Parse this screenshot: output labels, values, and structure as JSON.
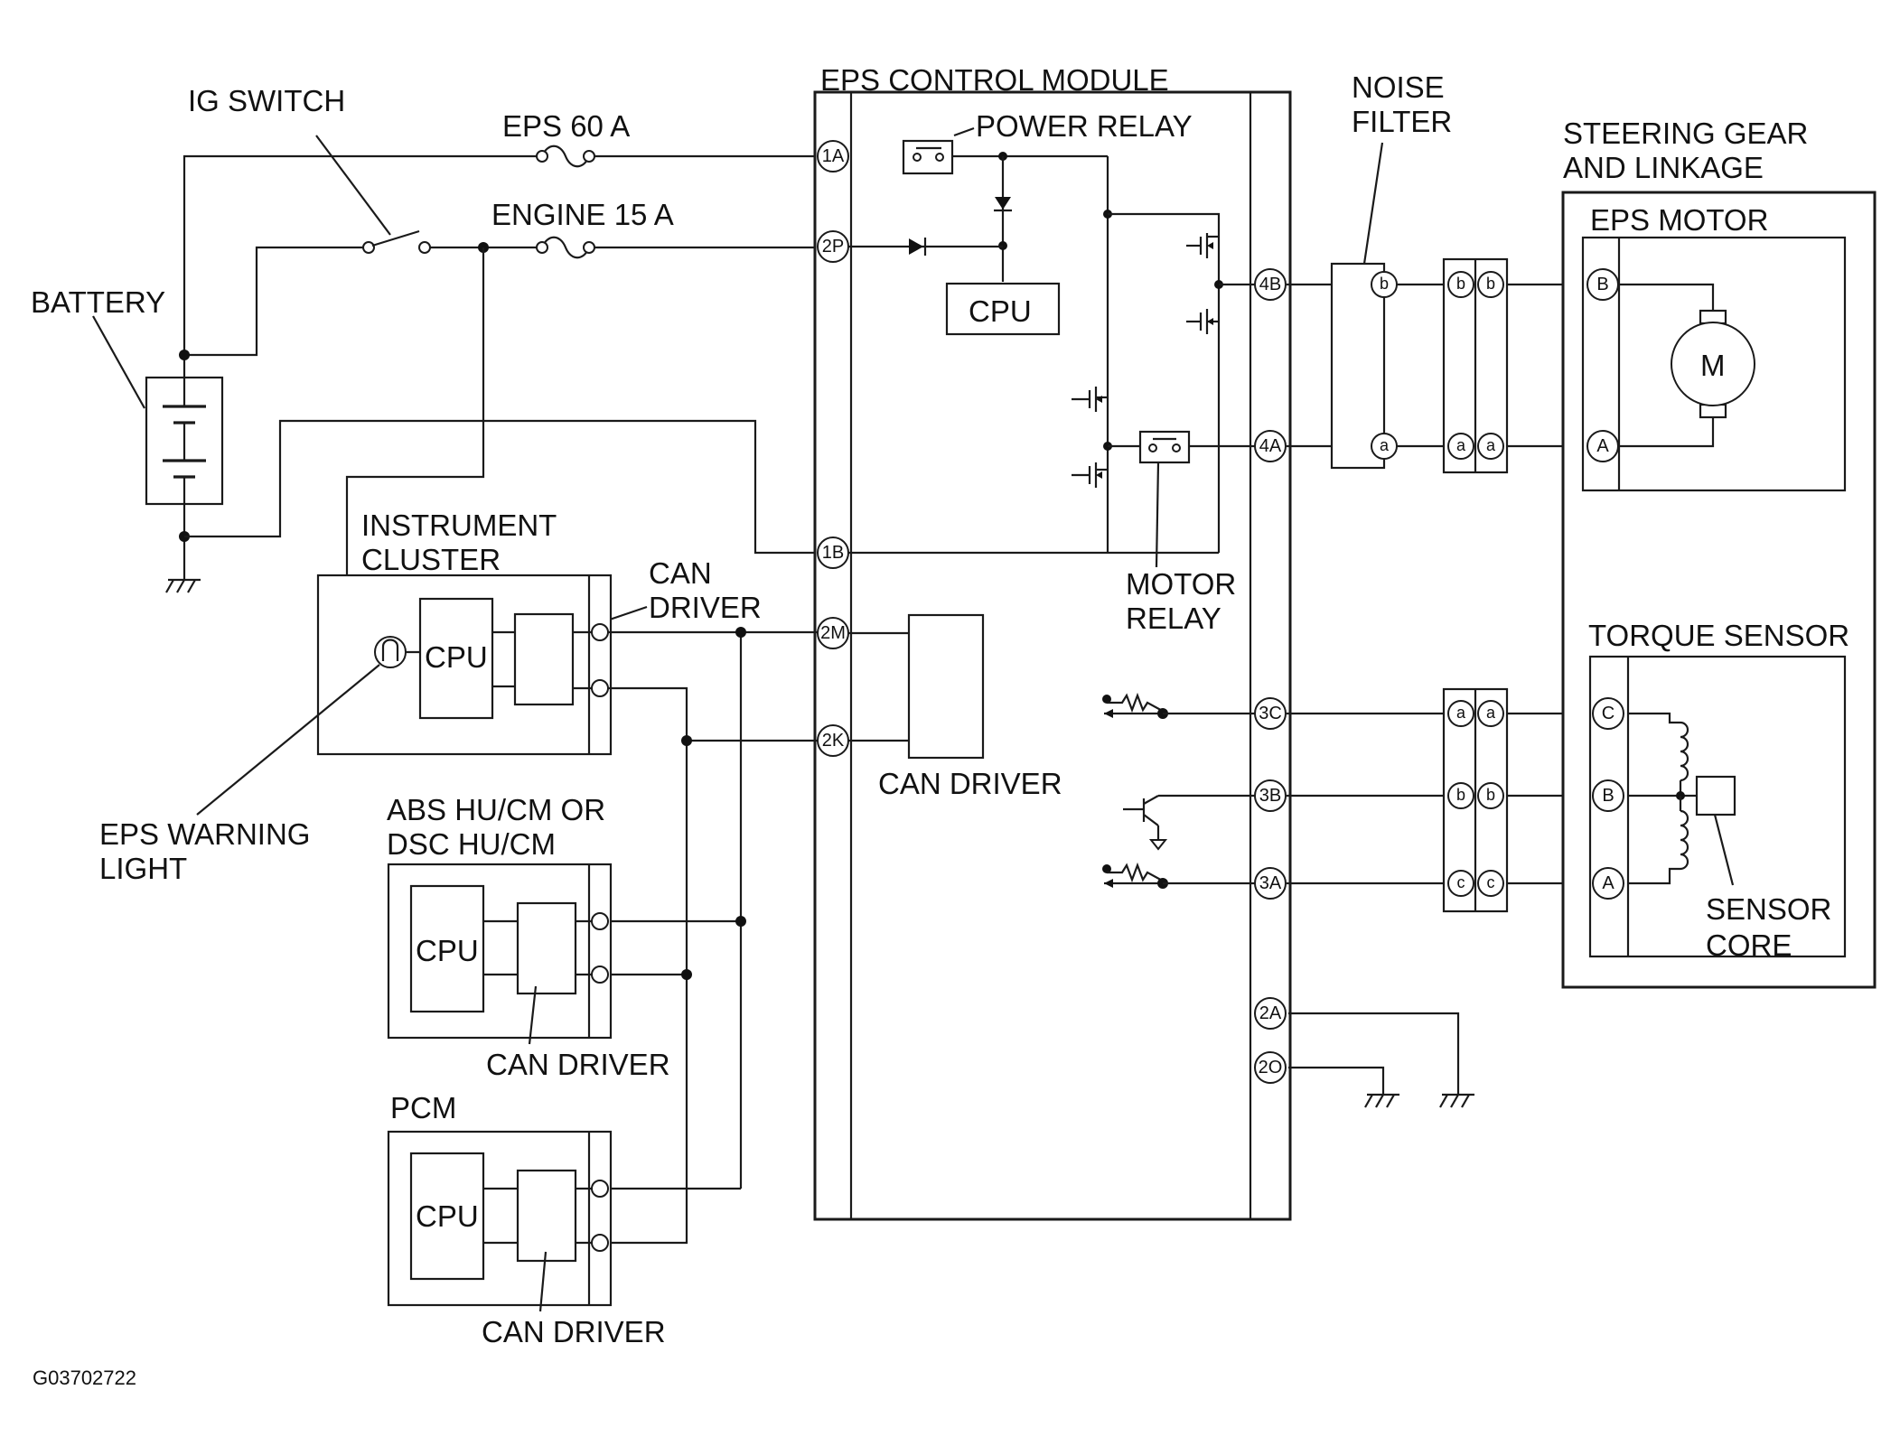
{
  "labels": {
    "ig_switch": "IG SWITCH",
    "eps_60a": "EPS 60 A",
    "engine_15a": "ENGINE 15 A",
    "battery": "BATTERY",
    "eps_control_module": "EPS CONTROL MODULE",
    "power_relay": "POWER RELAY",
    "cpu": "CPU",
    "noise_filter_1": "NOISE",
    "noise_filter_2": "FILTER",
    "steering_gear_1": "STEERING GEAR",
    "steering_gear_2": "AND LINKAGE",
    "eps_motor": "EPS MOTOR",
    "motor_symbol": "M",
    "instrument_cluster_1": "INSTRUMENT",
    "instrument_cluster_2": "CLUSTER",
    "can_driver_1": "CAN",
    "can_driver_2": "DRIVER",
    "can_driver": "CAN DRIVER",
    "motor_relay_1": "MOTOR",
    "motor_relay_2": "RELAY",
    "torque_sensor": "TORQUE SENSOR",
    "eps_warning_1": "EPS WARNING",
    "eps_warning_2": "LIGHT",
    "abs_1": "ABS HU/CM OR",
    "abs_2": "DSC HU/CM",
    "pcm": "PCM",
    "sensor_core_1": "SENSOR",
    "sensor_core_2": "CORE",
    "figure_code": "G03702722"
  },
  "module_pins": {
    "p1A": "1A",
    "p2P": "2P",
    "p1B": "1B",
    "p2M": "2M",
    "p2K": "2K",
    "p4B": "4B",
    "p4A": "4A",
    "p3C": "3C",
    "p3B": "3B",
    "p3A": "3A",
    "p2A": "2A",
    "p2O": "2O"
  },
  "connector_pins": {
    "a": "a",
    "b": "b",
    "c": "c"
  },
  "terminal_pins": {
    "A": "A",
    "B": "B",
    "C": "C"
  }
}
